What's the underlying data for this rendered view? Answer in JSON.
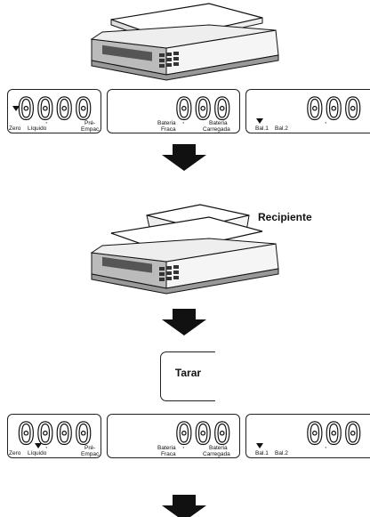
{
  "step1": {
    "display_left": {
      "digits": "0000",
      "labels": {
        "zero": "Zero",
        "liquid": "Líquido",
        "pre_empac_1": "Pré-",
        "pre_empac_2": "Empac."
      }
    },
    "display_mid": {
      "digits": "000",
      "labels": {
        "bat_fraca_1": "Bateria",
        "bat_fraca_2": "Fraca",
        "bat_carr_1": "Bateria",
        "bat_carr_2": "Carregada"
      }
    },
    "display_right": {
      "digits": "000",
      "labels": {
        "bal1": "Bal.1",
        "bal2": "Bal.2"
      }
    }
  },
  "container_label": "Recipiente",
  "tare_key_label": "Tarar",
  "step2": {
    "display_left": {
      "digits": "0000",
      "labels": {
        "zero": "Zero",
        "liquid": "Líquido",
        "pre_empac_1": "Pré-",
        "pre_empac_2": "Empac."
      }
    },
    "display_mid": {
      "digits": "000",
      "labels": {
        "bat_fraca_1": "Bateria",
        "bat_fraca_2": "Fraca",
        "bat_carr_1": "Bateria",
        "bat_carr_2": "Carregada"
      }
    },
    "display_right": {
      "digits": "000",
      "labels": {
        "bal1": "Bal.1",
        "bal2": "Bal.2"
      }
    }
  }
}
